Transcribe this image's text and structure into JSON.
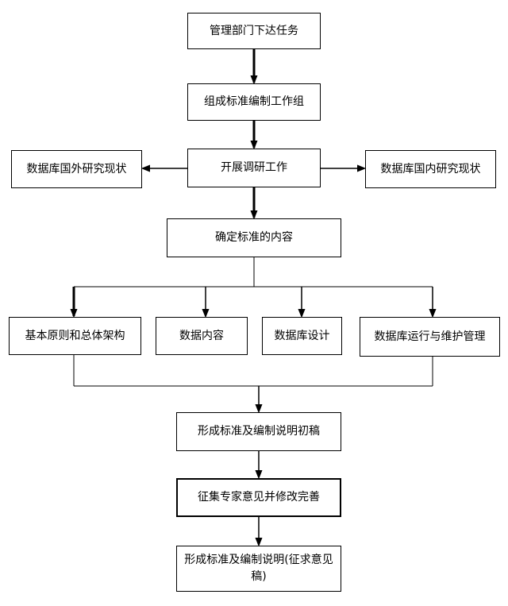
{
  "colors": {
    "line": "#000000",
    "box_border": "#000000",
    "background": "#ffffff"
  },
  "nodes": {
    "assign": {
      "label": "管理部门下达任务"
    },
    "group": {
      "label": "组成标准编制工作组"
    },
    "research": {
      "label": "开展调研工作"
    },
    "abroad": {
      "label": "数据库国外研究现状"
    },
    "domestic": {
      "label": "数据库国内研究现状"
    },
    "content": {
      "label": "确定标准的内容"
    },
    "principle": {
      "label": "基本原则和总体架构"
    },
    "data": {
      "label": "数据内容"
    },
    "design": {
      "label": "数据库设计"
    },
    "ops": {
      "label": "数据库运行与维护管理"
    },
    "draft": {
      "label": "形成标准及编制说明初稿"
    },
    "opinion": {
      "label": "征集专家意见并修改完善"
    },
    "final": {
      "label": "形成标准及编制说明(征求意见稿)"
    }
  }
}
